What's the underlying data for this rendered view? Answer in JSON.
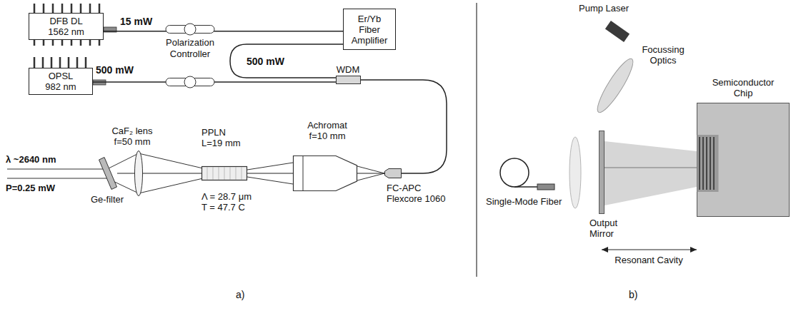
{
  "diagram": {
    "nodes": [
      {
        "text": [
          "DFB DL 1562 nm"
        ]
      },
      {
        "text": [
          "Er/Yb Fiber Amplifier"
        ]
      },
      {
        "text": [
          "OPSL 982 nm"
        ]
      },
      {
        "text": [
          "WDM"
        ]
      },
      {
        "text": [
          "FC-APC Flexcore 1060"
        ]
      },
      {
        "text": [
          "Achromat f=10 mm"
        ]
      },
      {
        "text": [
          "PPLN L=19 mm",
          "Λ = 28.7 μm T = 47.7 C"
        ]
      },
      {
        "text": [
          "CaF₂ lens f=50 mm"
        ]
      },
      {
        "text": [
          "Ge-filter"
        ]
      },
      {
        "text": [
          "Pump Laser"
        ]
      },
      {
        "text": [
          "Focussing Optics"
        ]
      },
      {
        "text": [
          "Output Mirror"
        ]
      },
      {
        "text": [
          "Semiconductor Chip"
        ]
      },
      {
        "text": [
          "Single-Mode Fiber"
        ]
      }
    ],
    "edges": [
      {
        "from": 0,
        "to": 1,
        "arrow": "none"
      },
      {
        "from": 1,
        "to": 3,
        "arrow": "none"
      },
      {
        "from": 2,
        "to": 3,
        "arrow": "none"
      },
      {
        "from": 3,
        "to": 4,
        "arrow": "none"
      },
      {
        "from": 4,
        "to": 5,
        "arrow": "none"
      },
      {
        "from": 5,
        "to": 6,
        "arrow": "none"
      },
      {
        "from": 6,
        "to": 7,
        "arrow": "none"
      },
      {
        "from": 7,
        "to": 8,
        "arrow": "none"
      },
      {
        "from": 11,
        "to": 12,
        "arrow": "none"
      }
    ],
    "labels": [
      "15 mW",
      "Polarization Controller",
      "500 mW",
      "500 mW",
      "λ ~2640 nm",
      "P=0.25 mW",
      "a)",
      "Resonant Cavity",
      "b)"
    ]
  }
}
